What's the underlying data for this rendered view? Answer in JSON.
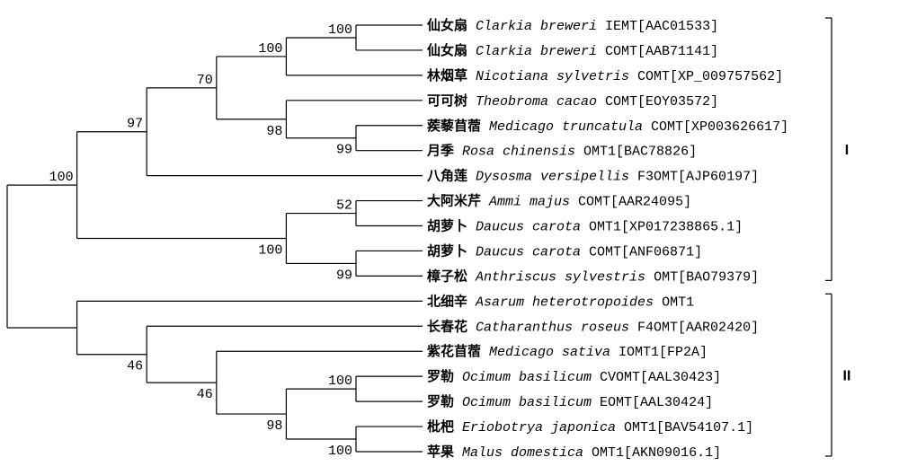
{
  "tree": {
    "support": null,
    "children": [
      {
        "support": "100",
        "bl": 1,
        "children": [
          {
            "support": "97",
            "bl": 1,
            "children": [
              {
                "support": "70",
                "bl": 1,
                "children": [
                  {
                    "support": "100",
                    "bl": 1,
                    "children": [
                      {
                        "support": "100",
                        "bl": 1,
                        "children": [
                          {
                            "leaf": 0
                          },
                          {
                            "leaf": 1
                          }
                        ]
                      },
                      {
                        "leaf": 2
                      }
                    ]
                  },
                  {
                    "support": "98",
                    "bl": 1,
                    "children": [
                      {
                        "leaf": 3
                      },
                      {
                        "support": "99",
                        "bl": 1,
                        "children": [
                          {
                            "leaf": 4
                          },
                          {
                            "leaf": 5
                          }
                        ]
                      }
                    ]
                  }
                ]
              },
              {
                "leaf": 6
              }
            ]
          },
          {
            "support": "100",
            "bl": 3,
            "children": [
              {
                "support": "52",
                "bl": 1,
                "children": [
                  {
                    "leaf": 7
                  },
                  {
                    "leaf": 8
                  }
                ]
              },
              {
                "support": "99",
                "bl": 1,
                "children": [
                  {
                    "leaf": 9
                  },
                  {
                    "leaf": 10
                  }
                ]
              }
            ]
          }
        ]
      },
      {
        "support": null,
        "bl": 1,
        "children": [
          {
            "leaf": 11
          },
          {
            "support": "46",
            "bl": 1,
            "children": [
              {
                "leaf": 12
              },
              {
                "support": "46",
                "bl": 1,
                "children": [
                  {
                    "leaf": 13
                  },
                  {
                    "support": "98",
                    "bl": 1,
                    "children": [
                      {
                        "support": "100",
                        "bl": 1,
                        "children": [
                          {
                            "leaf": 14
                          },
                          {
                            "leaf": 15
                          }
                        ]
                      },
                      {
                        "support": "100",
                        "bl": 1,
                        "children": [
                          {
                            "leaf": 16
                          },
                          {
                            "leaf": 17
                          }
                        ]
                      }
                    ]
                  }
                ]
              }
            ]
          }
        ]
      }
    ]
  },
  "leaves": [
    {
      "cn": "仙女扇",
      "species": "Clarkia breweri",
      "gene": "IEMT[AAC01533]"
    },
    {
      "cn": "仙女扇",
      "species": "Clarkia breweri",
      "gene": "COMT[AAB71141]"
    },
    {
      "cn": "林烟草",
      "species": "Nicotiana sylvetris",
      "gene": "COMT[XP_009757562]"
    },
    {
      "cn": "可可树",
      "species": "Theobroma cacao",
      "gene": "COMT[EOY03572]"
    },
    {
      "cn": "蒺藜苜蓿",
      "species": "Medicago truncatula",
      "gene": "COMT[XP003626617]"
    },
    {
      "cn": "月季",
      "species": "Rosa chinensis",
      "gene": "OMT1[BAC78826]"
    },
    {
      "cn": "八角莲",
      "species": "Dysosma versipellis",
      "gene": "F3OMT[AJP60197]"
    },
    {
      "cn": "大阿米芹",
      "species": "Ammi majus",
      "gene": "COMT[AAR24095]"
    },
    {
      "cn": "胡萝卜",
      "species": "Daucus carota",
      "gene": "OMT1[XP017238865.1]"
    },
    {
      "cn": "胡萝卜",
      "species": "Daucus carota",
      "gene": "COMT[ANF06871]"
    },
    {
      "cn": "樟子松",
      "species": "Anthriscus sylvestris",
      "gene": "OMT[BAO79379]"
    },
    {
      "cn": "北细辛",
      "species": "Asarum heterotropoides",
      "gene": "OMT1"
    },
    {
      "cn": "长春花",
      "species": "Catharanthus roseus",
      "gene": "F4OMT[AAR02420]"
    },
    {
      "cn": "紫花苜蓿",
      "species": "Medicago sativa",
      "gene": "IOMT1[FP2A]"
    },
    {
      "cn": "罗勒",
      "species": "Ocimum basilicum",
      "gene": "CVOMT[AAL30423]"
    },
    {
      "cn": "罗勒",
      "species": "Ocimum basilicum",
      "gene": "EOMT[AAL30424]"
    },
    {
      "cn": "枇杷",
      "species": "Eriobotrya japonica",
      "gene": "OMT1[BAV54107.1]"
    },
    {
      "cn": "苹果",
      "species": "Malus domestica",
      "gene": "OMT1[AKN09016.1]"
    }
  ],
  "clades": [
    {
      "label": "I",
      "from": 0,
      "to": 10
    },
    {
      "label": "II",
      "from": 11,
      "to": 17
    }
  ]
}
